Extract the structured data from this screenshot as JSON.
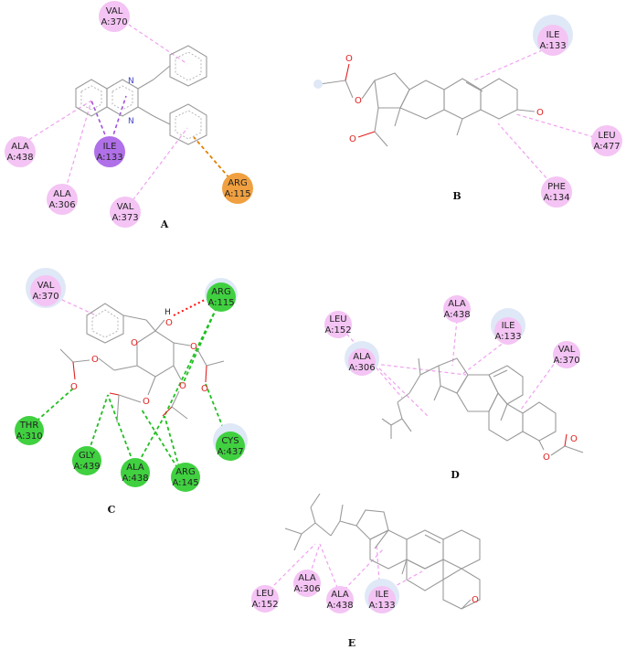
{
  "colors": {
    "alkyl": "#f4c4f4",
    "pi_sigma": "#b070e8",
    "pi_cation": "#f0a040",
    "hbond": "#40d040",
    "unfavorable": "#ff1010",
    "carbon": "#9a9a9a",
    "oxygen": "#e02020",
    "nitrogen": "#4444cc"
  },
  "panels": [
    {
      "label": "A",
      "residues": [
        {
          "name": "VAL",
          "id": "A:370",
          "type": "alkyl"
        },
        {
          "name": "ALA",
          "id": "A:438",
          "type": "alkyl"
        },
        {
          "name": "ILE",
          "id": "A:133",
          "type": "pi_sigma"
        },
        {
          "name": "ALA",
          "id": "A:306",
          "type": "alkyl"
        },
        {
          "name": "VAL",
          "id": "A:373",
          "type": "alkyl"
        },
        {
          "name": "ARG",
          "id": "A:115",
          "type": "pi_cation"
        }
      ]
    },
    {
      "label": "B",
      "residues": [
        {
          "name": "ILE",
          "id": "A:133",
          "type": "alkyl"
        },
        {
          "name": "LEU",
          "id": "A:477",
          "type": "alkyl"
        },
        {
          "name": "PHE",
          "id": "A:134",
          "type": "alkyl"
        }
      ]
    },
    {
      "label": "C",
      "residues": [
        {
          "name": "VAL",
          "id": "A:370",
          "type": "alkyl"
        },
        {
          "name": "ARG",
          "id": "A:115",
          "type": "hbond"
        },
        {
          "name": "THR",
          "id": "A:310",
          "type": "hbond"
        },
        {
          "name": "GLY",
          "id": "A:439",
          "type": "hbond"
        },
        {
          "name": "ALA",
          "id": "A:438",
          "type": "hbond"
        },
        {
          "name": "ARG",
          "id": "A:145",
          "type": "hbond"
        },
        {
          "name": "CYS",
          "id": "A:437",
          "type": "hbond"
        }
      ]
    },
    {
      "label": "D",
      "residues": [
        {
          "name": "LEU",
          "id": "A:152",
          "type": "alkyl"
        },
        {
          "name": "ALA",
          "id": "A:438",
          "type": "alkyl"
        },
        {
          "name": "ILE",
          "id": "A:133",
          "type": "alkyl"
        },
        {
          "name": "ALA",
          "id": "A:306",
          "type": "alkyl"
        },
        {
          "name": "VAL",
          "id": "A:370",
          "type": "alkyl"
        }
      ]
    },
    {
      "label": "E",
      "residues": [
        {
          "name": "LEU",
          "id": "A:152",
          "type": "alkyl"
        },
        {
          "name": "ALA",
          "id": "A:306",
          "type": "alkyl"
        },
        {
          "name": "ALA",
          "id": "A:438",
          "type": "alkyl"
        },
        {
          "name": "ILE",
          "id": "A:133",
          "type": "alkyl"
        }
      ]
    }
  ],
  "atoms": {
    "oxygen": "O",
    "nitrogen": "N",
    "hydrogen": "H"
  }
}
